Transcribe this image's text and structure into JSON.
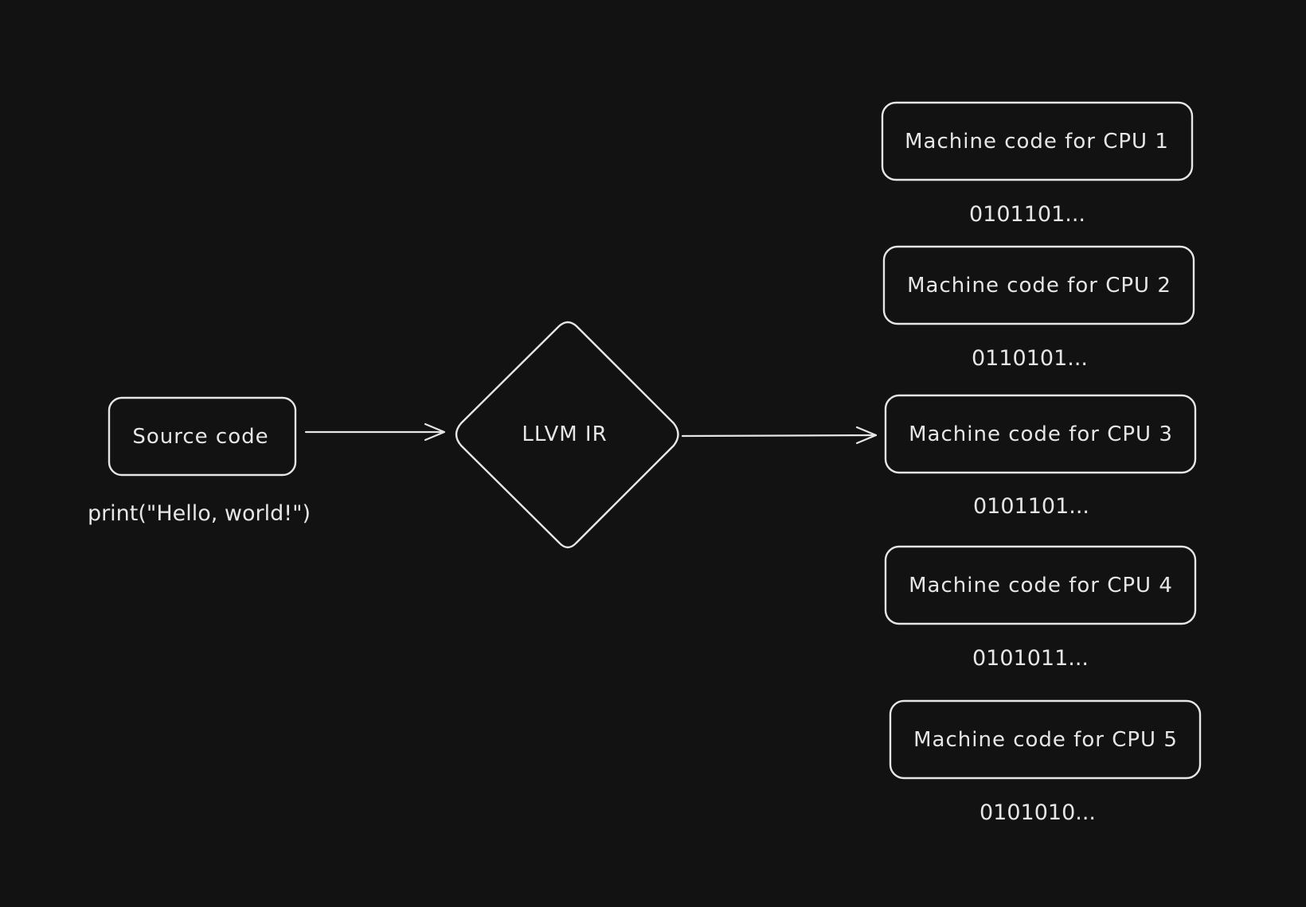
{
  "diagram": {
    "source": {
      "label": "Source code",
      "caption": "print(\"Hello, world!\")"
    },
    "ir": {
      "label": "LLVM IR"
    },
    "targets": [
      {
        "label": "Machine code for CPU 1",
        "caption": "0101101..."
      },
      {
        "label": "Machine code for CPU 2",
        "caption": "0110101..."
      },
      {
        "label": "Machine code for CPU 3",
        "caption": "0101101..."
      },
      {
        "label": "Machine code for CPU 4",
        "caption": "0101011..."
      },
      {
        "label": "Machine code for CPU 5",
        "caption": "0101010..."
      }
    ]
  }
}
